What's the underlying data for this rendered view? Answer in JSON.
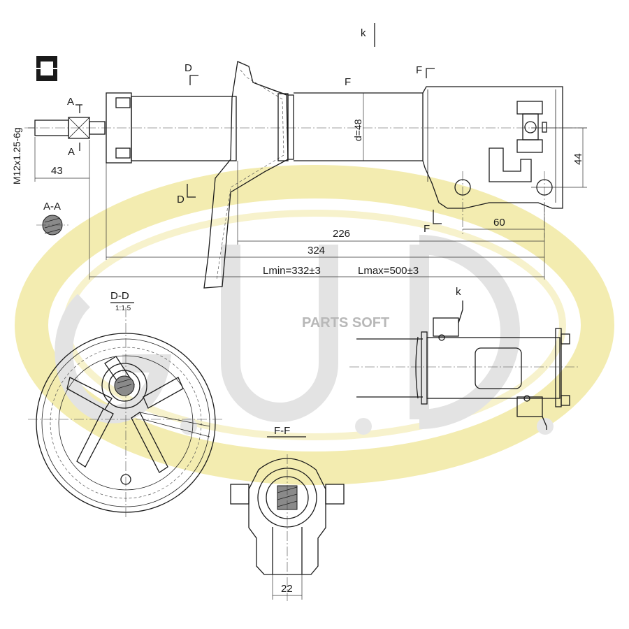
{
  "watermark": {
    "logo_text": "G.U.D.",
    "overlay_text": "PARTS SOFT"
  },
  "labels": {
    "section_k_top": "k",
    "section_d_top": "D",
    "section_d_bottom": "D",
    "section_f_mid": "F",
    "section_f_top": "F",
    "section_f_bottom": "F",
    "section_a_top": "A",
    "section_a_bottom": "A",
    "thread_spec": "M12x1.25-6g",
    "dim_43": "43",
    "dim_d48": "d=48",
    "dim_44": "44",
    "dim_60": "60",
    "dim_226": "226",
    "dim_324": "324",
    "lmin": "Lmin=332±3",
    "lmax": "Lmax=500±3",
    "view_aa": "A-A",
    "view_dd": "D-D",
    "view_dd_scale": "1:1.5",
    "view_ff": "F-F",
    "view_k": "k",
    "dim_22": "22"
  },
  "colors": {
    "logo_yellow": "#f3ecb0",
    "logo_grey": "#dedede",
    "line": "#1a1a1a"
  }
}
